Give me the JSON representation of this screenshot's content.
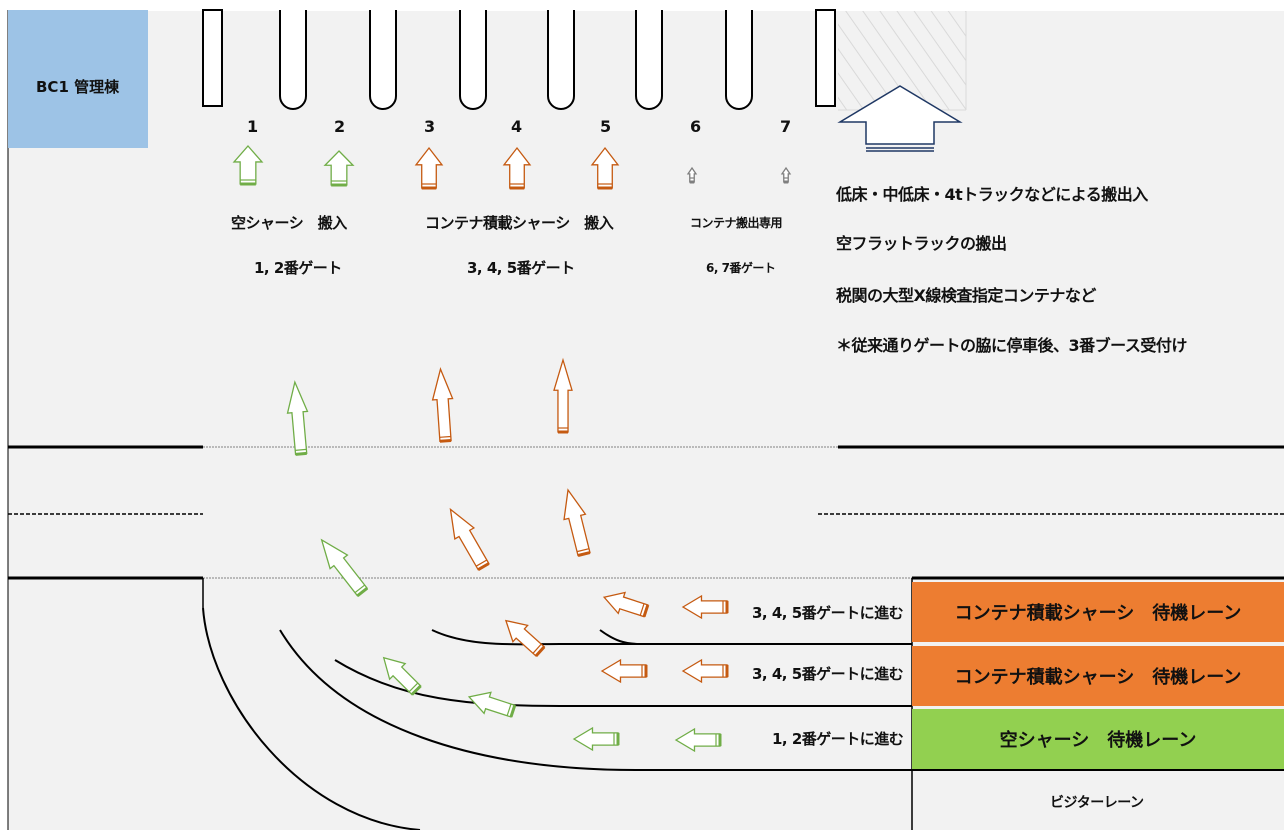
{
  "building": {
    "label": "BC1 管理棟",
    "color": "#9dc3e6"
  },
  "gates": [
    "1",
    "2",
    "3",
    "4",
    "5",
    "6",
    "7"
  ],
  "gate_groups": [
    {
      "title": "空シャーシ　搬入",
      "subtitle": "1, 2番ゲート",
      "color": "#70ad47"
    },
    {
      "title": "コンテナ積載シャーシ　搬入",
      "subtitle": "3, 4, 5番ゲート",
      "color": "#c55a11"
    },
    {
      "title": "コンテナ搬出専用",
      "subtitle": "6, 7番ゲート",
      "color": "#7f7f7f"
    }
  ],
  "notes": [
    "低床・中低床・4tトラックなどによる搬出入",
    "空フラットラックの搬出",
    "税関の大型X線検査指定コンテナなど",
    "＊従来通りゲートの脇に停車後、3番ブース受付け"
  ],
  "lanes": [
    {
      "direction": "3, 4, 5番ゲートに進む",
      "name": "コンテナ積載シャーシ　待機レーン",
      "color": "#ed7d31"
    },
    {
      "direction": "3, 4, 5番ゲートに進む",
      "name": "コンテナ積載シャーシ　待機レーン",
      "color": "#ed7d31"
    },
    {
      "direction": "1, 2番ゲートに進む",
      "name": "空シャーシ　待機レーン",
      "color": "#92d050"
    }
  ],
  "visitor_lane": "ビジターレーン",
  "colors": {
    "green_arrow": "#70ad47",
    "orange_arrow": "#c55a11",
    "ground": "#f2f2f2"
  }
}
